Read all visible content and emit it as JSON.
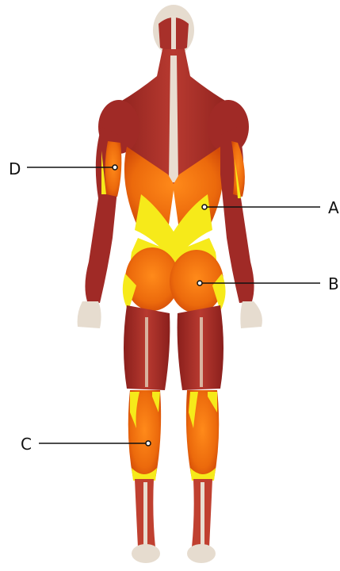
{
  "labels": {
    "a": "A",
    "b": "B",
    "c": "C",
    "d": "D"
  },
  "colors": {
    "muscle_red": "#b5302a",
    "muscle_dark": "#8a1f1c",
    "highlight_orange": "#f07a12",
    "highlight_yellow": "#f6ea1a",
    "tendon_white": "#e9ddd0",
    "leader_line": "#111111"
  }
}
